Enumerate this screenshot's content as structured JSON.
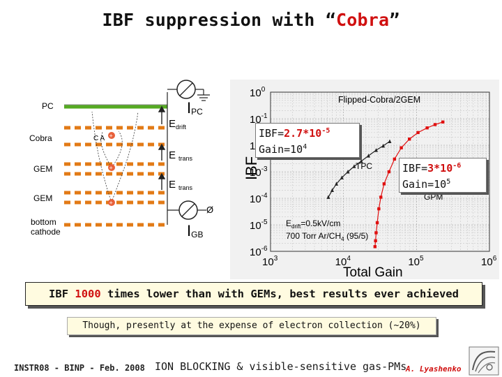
{
  "title": {
    "prefix": "IBF suppression with “",
    "highlight": "Cobra",
    "suffix": "”"
  },
  "diagram": {
    "labels": {
      "pc": "PC",
      "cobra": "Cobra",
      "gem1": "GEM",
      "gem2": "GEM",
      "bottom": "bottom",
      "cathode": "cathode",
      "ca": "C A",
      "i_pc": "I",
      "i_pc_sub": "PC",
      "i_gb": "I",
      "i_gb_sub": "GB",
      "e_drift": "E",
      "e_drift_sub": "drift",
      "e_trans1": "E",
      "e_trans1_sub": "trans",
      "e_trans2": "E",
      "e_trans2_sub": "trans",
      "phi": "Ø"
    },
    "colors": {
      "pc_electrode": "#66cc33",
      "electrode": "#e27a16",
      "ion": "#e8603a"
    }
  },
  "chart_data": {
    "type": "scatter",
    "title": "Flipped-Cobra/2GEM",
    "xlabel": "Total Gain",
    "ylabel": "IBF",
    "xscale": "log",
    "yscale": "log",
    "xlim": [
      1000,
      1000000
    ],
    "ylim": [
      1e-06,
      1
    ],
    "x_ticks": [
      {
        "m": "10",
        "e": "3"
      },
      {
        "m": "10",
        "e": "4"
      },
      {
        "m": "10",
        "e": "5"
      },
      {
        "m": "10",
        "e": "6"
      }
    ],
    "y_ticks": [
      {
        "m": "10",
        "e": "0"
      },
      {
        "m": "10",
        "e": "-1"
      },
      {
        "m": "10",
        "e": "-2"
      },
      {
        "m": "10",
        "e": "-3"
      },
      {
        "m": "10",
        "e": "-4"
      },
      {
        "m": "10",
        "e": "-5"
      },
      {
        "m": "10",
        "e": "-6"
      }
    ],
    "grid": true,
    "series": [
      {
        "name": "TPC",
        "color": "#222222",
        "x": [
          6200,
          7000,
          8000,
          9500,
          11500,
          14000,
          17500,
          22000,
          28000,
          35000,
          43000
        ],
        "y": [
          0.00011,
          0.0002,
          0.00035,
          0.0006,
          0.001,
          0.0016,
          0.0025,
          0.004,
          0.0065,
          0.0095,
          0.014
        ]
      },
      {
        "name": "GPM",
        "color": "#e01010",
        "x": [
          27000,
          27500,
          28000,
          29000,
          30500,
          32500,
          36000,
          42000,
          50000,
          62000,
          80000,
          105000,
          140000,
          180000,
          230000
        ],
        "y": [
          1.5e-06,
          2.5e-06,
          5e-06,
          1.2e-05,
          4e-05,
          0.00011,
          0.00035,
          0.001,
          0.003,
          0.008,
          0.017,
          0.03,
          0.045,
          0.06,
          0.075
        ]
      }
    ],
    "annotations": {
      "conditions_prefix": "E",
      "conditions_sub": "drift",
      "conditions_rest": "=0.5kV/cm",
      "gas_prefix": "700 Torr Ar/CH",
      "gas_sub": "4",
      "gas_rest": " (95/5)"
    }
  },
  "callouts": {
    "left": {
      "ibf_prefix": "IBF=",
      "ibf_value": "2.7*10",
      "ibf_exp": "-5",
      "gain_prefix": "Gain=10",
      "gain_exp": "4"
    },
    "right": {
      "ibf_prefix": "IBF=",
      "ibf_value": "3*10",
      "ibf_exp": "-6",
      "gain_prefix": "Gain=10",
      "gain_exp": "5"
    }
  },
  "banner": {
    "prefix": "IBF ",
    "highlight": "1000",
    "suffix": " times lower than with GEMs, best results ever achieved"
  },
  "note": "Though, presently at the expense of electron collection (~20%)",
  "footer": {
    "left": "INSTR08 - BINP - Feb. 2008",
    "center": "ION BLOCKING & visible-sensitive gas-PMs",
    "author": "A. Lyashenko",
    "logo": "weizmann-logo"
  }
}
